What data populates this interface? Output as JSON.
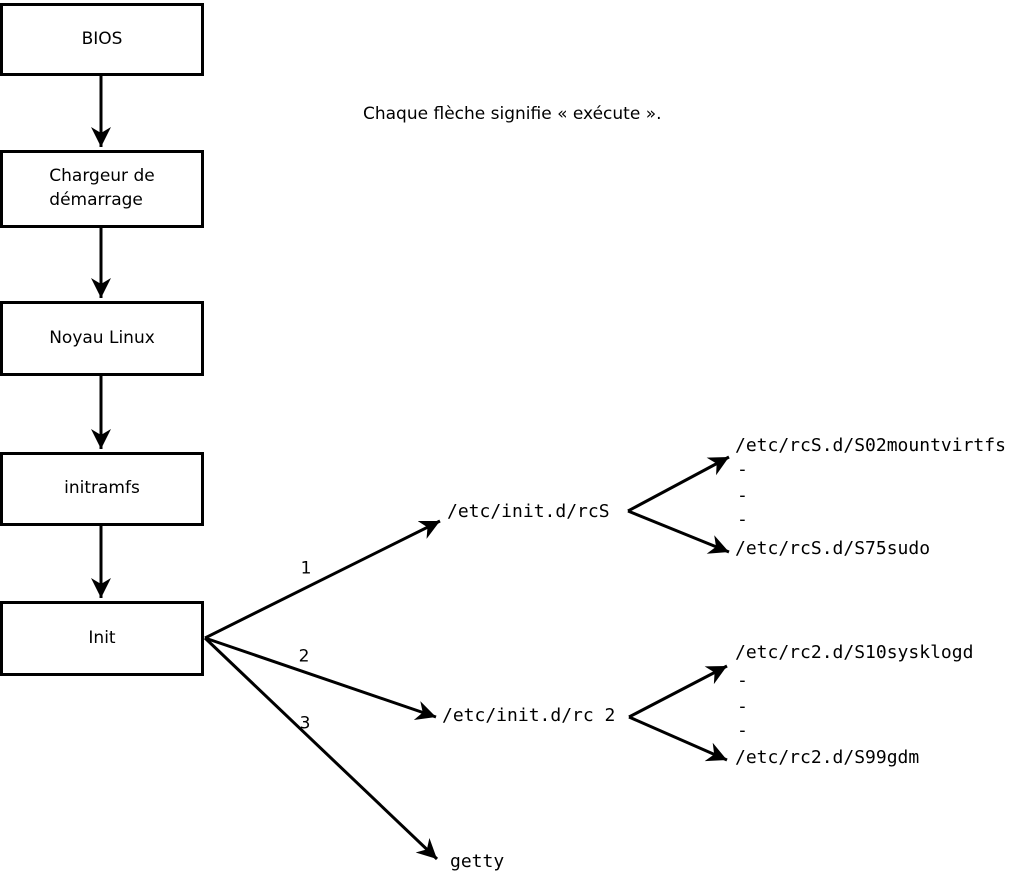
{
  "note": "Chaque flèche signifie « exécute ».",
  "colors": {
    "line": "#000000",
    "background": "#ffffff",
    "text": "#000000"
  },
  "boxes": [
    {
      "id": "bios",
      "label": "BIOS"
    },
    {
      "id": "bootloader",
      "label": "Chargeur de\ndémarrage"
    },
    {
      "id": "kernel",
      "label": "Noyau Linux"
    },
    {
      "id": "initramfs",
      "label": "initramfs"
    },
    {
      "id": "init",
      "label": "Init"
    }
  ],
  "branches": [
    {
      "num": "1",
      "target": "/etc/init.d/rcS",
      "children": [
        "/etc/rcS.d/S02mountvirtfs",
        "-",
        "-",
        "-",
        "/etc/rcS.d/S75sudo"
      ]
    },
    {
      "num": "2",
      "target": "/etc/init.d/rc 2",
      "children": [
        "/etc/rc2.d/S10sysklogd",
        "-",
        "-",
        "-",
        "/etc/rc2.d/S99gdm"
      ]
    },
    {
      "num": "3",
      "target": "getty",
      "children": []
    }
  ]
}
